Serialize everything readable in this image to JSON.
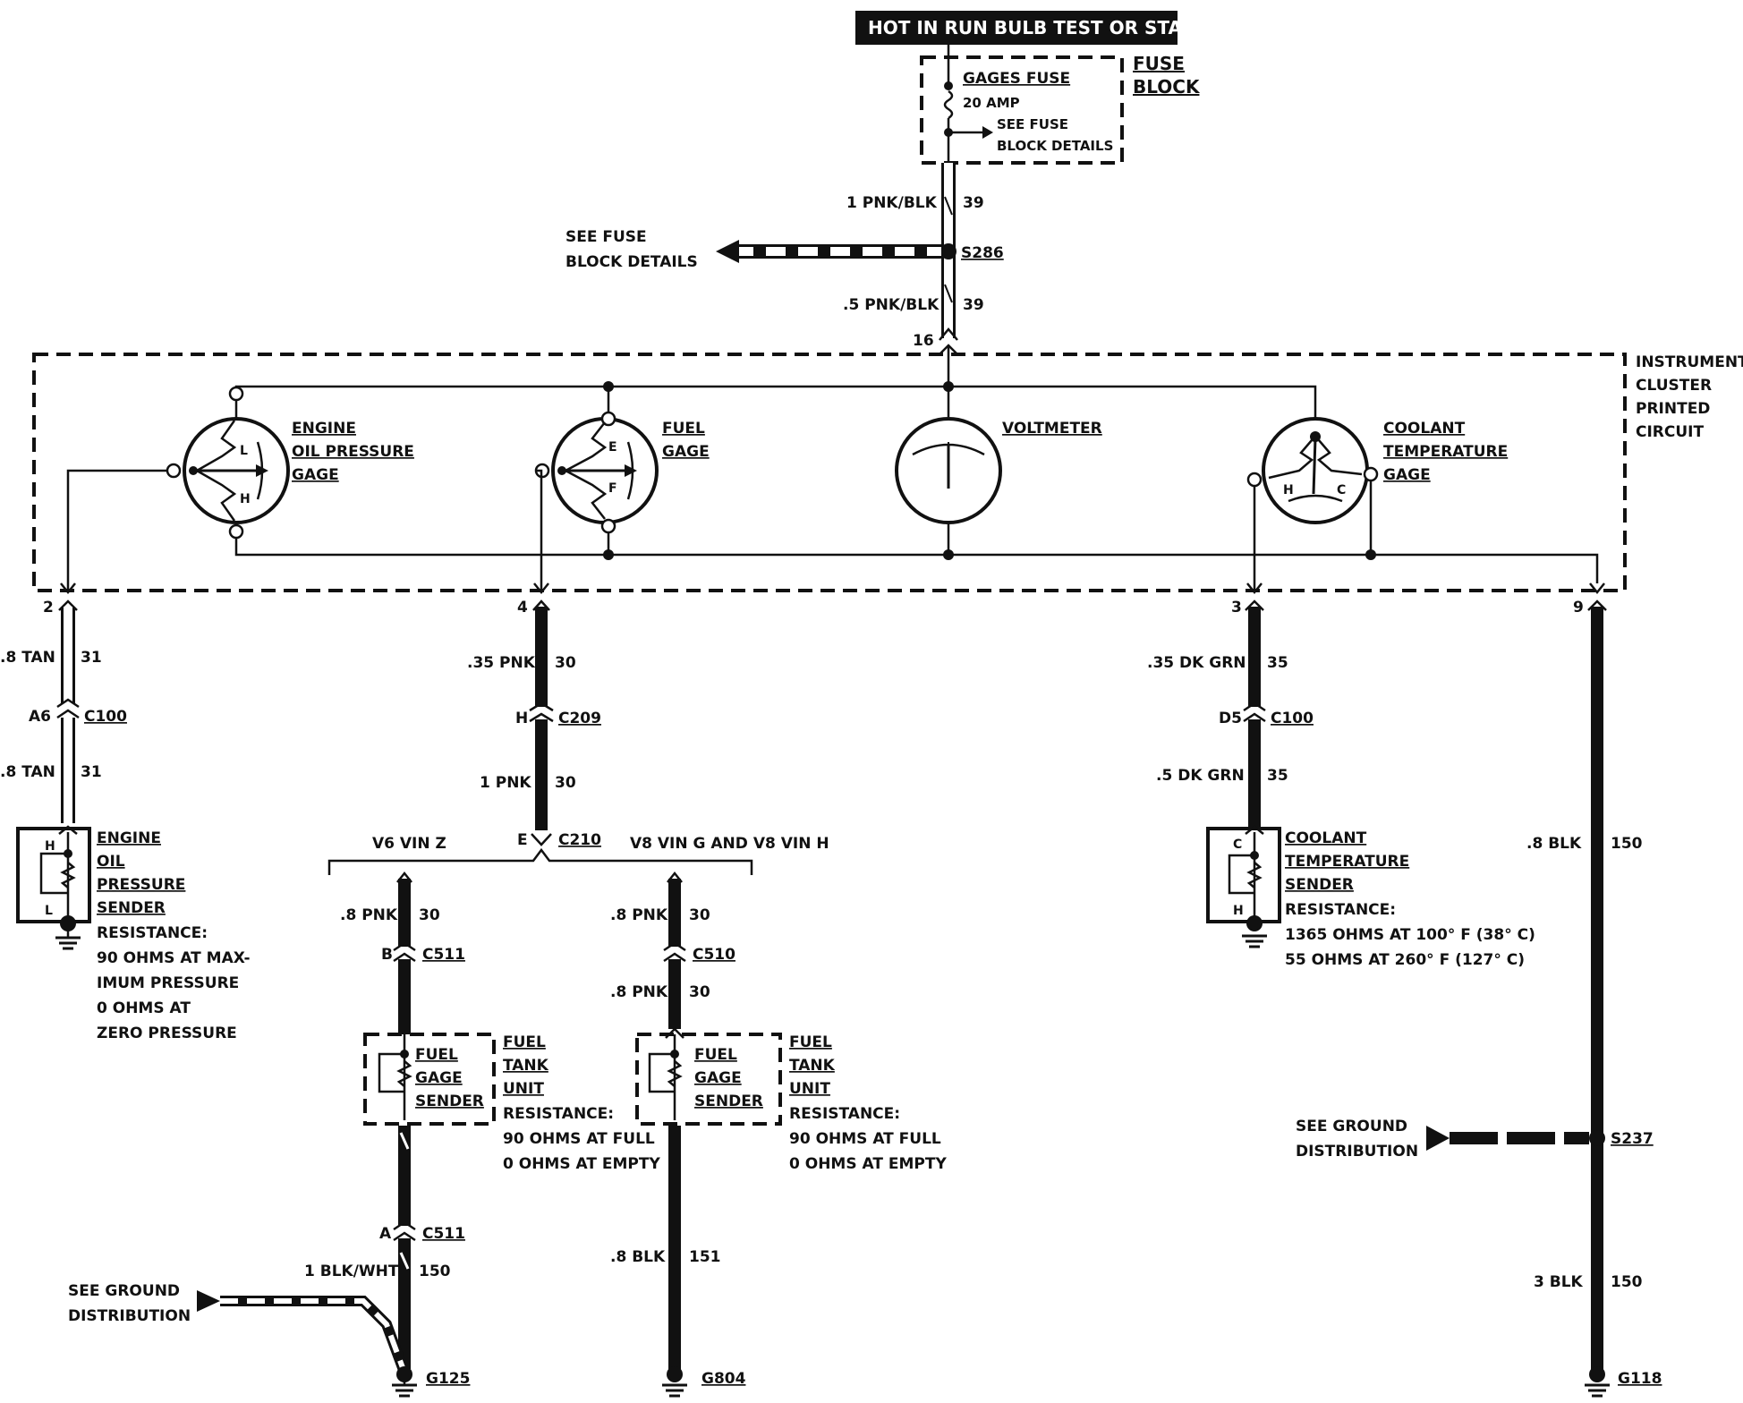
{
  "header": {
    "power_label": "HOT IN RUN  BULB TEST OR START"
  },
  "fuse_block": {
    "block_label_1": "FUSE",
    "block_label_2": "BLOCK",
    "fuse_name": "GAGES FUSE",
    "fuse_rating": "20 AMP",
    "see_details_1": "SEE FUSE",
    "see_details_2": "BLOCK DETAILS"
  },
  "feed": {
    "wire_top": "1 PNK/BLK",
    "circuit_top": "39",
    "splice": "S286",
    "see_1": "SEE FUSE",
    "see_2": "BLOCK DETAILS",
    "wire_bottom": ".5 PNK/BLK",
    "circuit_bottom": "39",
    "pin": "16"
  },
  "cluster": {
    "label_1": "INSTRUMENT",
    "label_2": "CLUSTER",
    "label_3": "PRINTED",
    "label_4": "CIRCUIT",
    "oil_gage": [
      "ENGINE",
      "OIL PRESSURE",
      "GAGE"
    ],
    "fuel_gage": [
      "FUEL",
      "GAGE"
    ],
    "voltmeter": "VOLTMETER",
    "coolant_gage": [
      "COOLANT",
      "TEMPERATURE",
      "GAGE"
    ],
    "oil_marks": [
      "L",
      "H"
    ],
    "fuel_marks": [
      "E",
      "F"
    ],
    "coolant_marks": [
      "H",
      "C"
    ]
  },
  "oil_branch": {
    "pin": "2",
    "wire_1": ".8 TAN",
    "circuit_1": "31",
    "conn_pin": "A6",
    "conn": "C100",
    "wire_2": ".8 TAN",
    "circuit_2": "31",
    "sender": [
      "ENGINE",
      "OIL",
      "PRESSURE",
      "SENDER"
    ],
    "sender_marks": [
      "H",
      "L"
    ],
    "resistance": [
      "RESISTANCE:",
      "90 OHMS AT MAX-",
      "IMUM PRESSURE",
      "0 OHMS AT",
      "ZERO PRESSURE"
    ]
  },
  "fuel_branch": {
    "pin": "4",
    "wire_1": ".35 PNK",
    "circuit_1": "30",
    "conn1_pin": "H",
    "conn1": "C209",
    "wire_2": "1 PNK",
    "circuit_2": "30",
    "conn2_pin": "E",
    "conn2": "C210",
    "left_label": "V6 VIN Z",
    "right_label": "V8 VIN G AND V8 VIN H",
    "left": {
      "wire_1": ".8 PNK",
      "circuit_1": "30",
      "conn_pin": "B",
      "conn": "C511",
      "sender": [
        "FUEL",
        "GAGE",
        "SENDER"
      ],
      "unit": [
        "FUEL",
        "TANK",
        "UNIT"
      ],
      "resistance": [
        "RESISTANCE:",
        "90 OHMS AT FULL",
        "0 OHMS AT EMPTY"
      ],
      "conn_b_pin": "A",
      "conn_b": "C511",
      "wire_2": "1 BLK/WHT",
      "circuit_2": "150",
      "see_1": "SEE GROUND",
      "see_2": "DISTRIBUTION",
      "ground": "G125"
    },
    "right": {
      "wire_1": ".8 PNK",
      "circuit_1": "30",
      "conn": "C510",
      "wire_2": ".8 PNK",
      "circuit_2": "30",
      "sender": [
        "FUEL",
        "GAGE",
        "SENDER"
      ],
      "unit": [
        "FUEL",
        "TANK",
        "UNIT"
      ],
      "resistance": [
        "RESISTANCE:",
        "90 OHMS AT FULL",
        "0 OHMS AT EMPTY"
      ],
      "wire_3": ".8 BLK",
      "circuit_3": "151",
      "ground": "G804"
    }
  },
  "coolant_branch": {
    "pin": "3",
    "wire_1": ".35 DK GRN",
    "circuit_1": "35",
    "conn_pin": "D5",
    "conn": "C100",
    "wire_2": ".5 DK GRN",
    "circuit_2": "35",
    "sender": [
      "COOLANT",
      "TEMPERATURE",
      "SENDER"
    ],
    "sender_marks": [
      "C",
      "H"
    ],
    "resistance": [
      "RESISTANCE:",
      "1365 OHMS AT 100° F (38° C)",
      "55 OHMS AT 260° F (127° C)"
    ]
  },
  "ground_branch": {
    "pin": "9",
    "wire_1": ".8 BLK",
    "circuit_1": "150",
    "see_1": "SEE GROUND",
    "see_2": "DISTRIBUTION",
    "splice": "S237",
    "wire_2": "3 BLK",
    "circuit_2": "150",
    "ground": "G118"
  }
}
